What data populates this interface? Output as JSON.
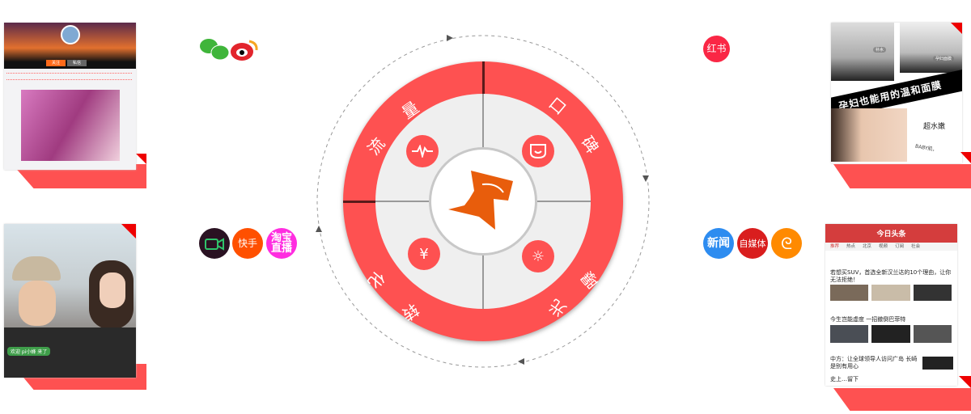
{
  "wheel": {
    "quadrants": [
      {
        "label_1": "流",
        "label_2": "量",
        "icon": "pulse-icon"
      },
      {
        "label_1": "口",
        "label_2": "碑",
        "icon": "smile-bubble-icon"
      },
      {
        "label_1": "曝",
        "label_2": "光",
        "icon": "sun-icon"
      },
      {
        "label_1": "转",
        "label_2": "化",
        "icon": "yuan-exchange-icon"
      }
    ],
    "center_logo": "horse-logo"
  },
  "platforms": {
    "xiaohongshu": "红书",
    "kuaishou": "快手",
    "taobao_live": "淘宝直播",
    "news": "新闻",
    "self_media": "自媒体"
  },
  "weibo_card": {
    "buttons": [
      "关注",
      "私信"
    ]
  },
  "xhs_card": {
    "banner": "孕妇也能用的温和面膜",
    "tags": [
      "补水",
      "孕妇面膜"
    ],
    "caption": "超水嫩",
    "caption2": "BABY肌，"
  },
  "live_card": {
    "comment": "欢迎 pi小蜂 来了"
  },
  "toutiao_card": {
    "app_title": "今日头条",
    "tabs": [
      "推荐",
      "热点",
      "北京",
      "视频",
      "订阅",
      "社会"
    ],
    "headlines": [
      "若想买SUV，首选全新汉兰达的10个理由，让你无法拒绝！",
      "今生岂能虚度 一招撤倒巴菲特",
      "中方：让全球领导人访问广岛 长崎是别有用心",
      "史上…留下"
    ]
  },
  "colors": {
    "accent": "#fe5151",
    "ring_gray": "#efefef",
    "logo": "#e85d0c"
  }
}
